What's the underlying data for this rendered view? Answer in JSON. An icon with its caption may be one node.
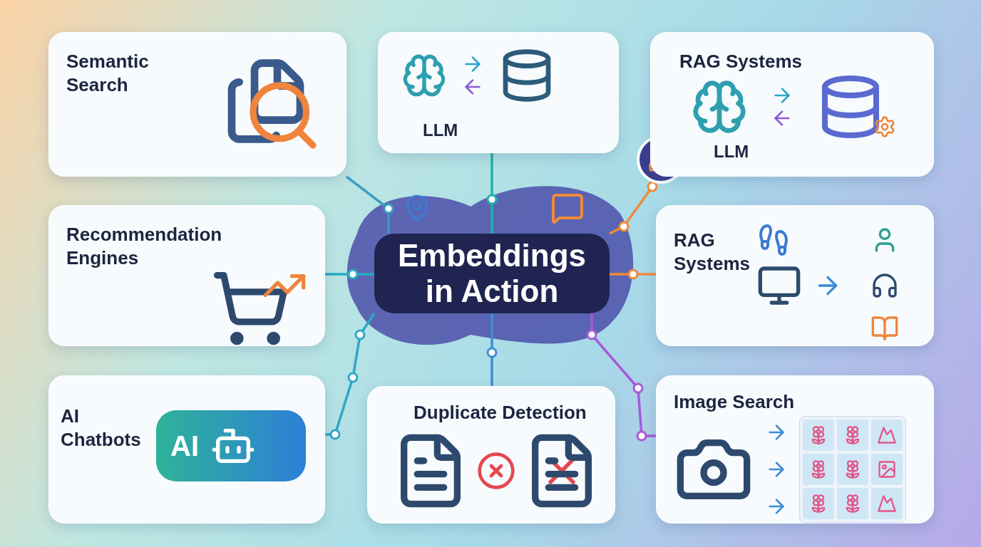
{
  "diagram": {
    "nodes": [
      {
        "text": [
          "Embeddings in Action"
        ]
      },
      {
        "text": [
          "Semantic Search"
        ]
      },
      {
        "text": [
          "LLM"
        ]
      },
      {
        "text": [
          "RAG Systems",
          "LLM"
        ]
      },
      {
        "text": [
          "Recommendation Engines"
        ]
      },
      {
        "text": [
          "RAG Systems"
        ]
      },
      {
        "text": [
          "AI Chatbots"
        ]
      },
      {
        "text": [
          "Duplicate Detection"
        ]
      },
      {
        "text": [
          "Image Search"
        ]
      }
    ],
    "edges": [
      {
        "from": 0,
        "to": 1,
        "arrow": "none",
        "color": "#3a9cc4"
      },
      {
        "from": 0,
        "to": 2,
        "arrow": "none",
        "color": "#22b3a6"
      },
      {
        "from": 0,
        "to": 3,
        "arrow": "none",
        "color": "#f08a3a"
      },
      {
        "from": 0,
        "to": 4,
        "arrow": "none",
        "color": "#25adc0"
      },
      {
        "from": 0,
        "to": 5,
        "arrow": "none",
        "color": "#f08a3a"
      },
      {
        "from": 0,
        "to": 6,
        "arrow": "none",
        "color": "#2fa7c9"
      },
      {
        "from": 0,
        "to": 7,
        "arrow": "none",
        "color": "#3b8fd6"
      },
      {
        "from": 0,
        "to": 8,
        "arrow": "none",
        "color": "#a65ad8"
      }
    ],
    "labels": [
      "AI"
    ]
  }
}
